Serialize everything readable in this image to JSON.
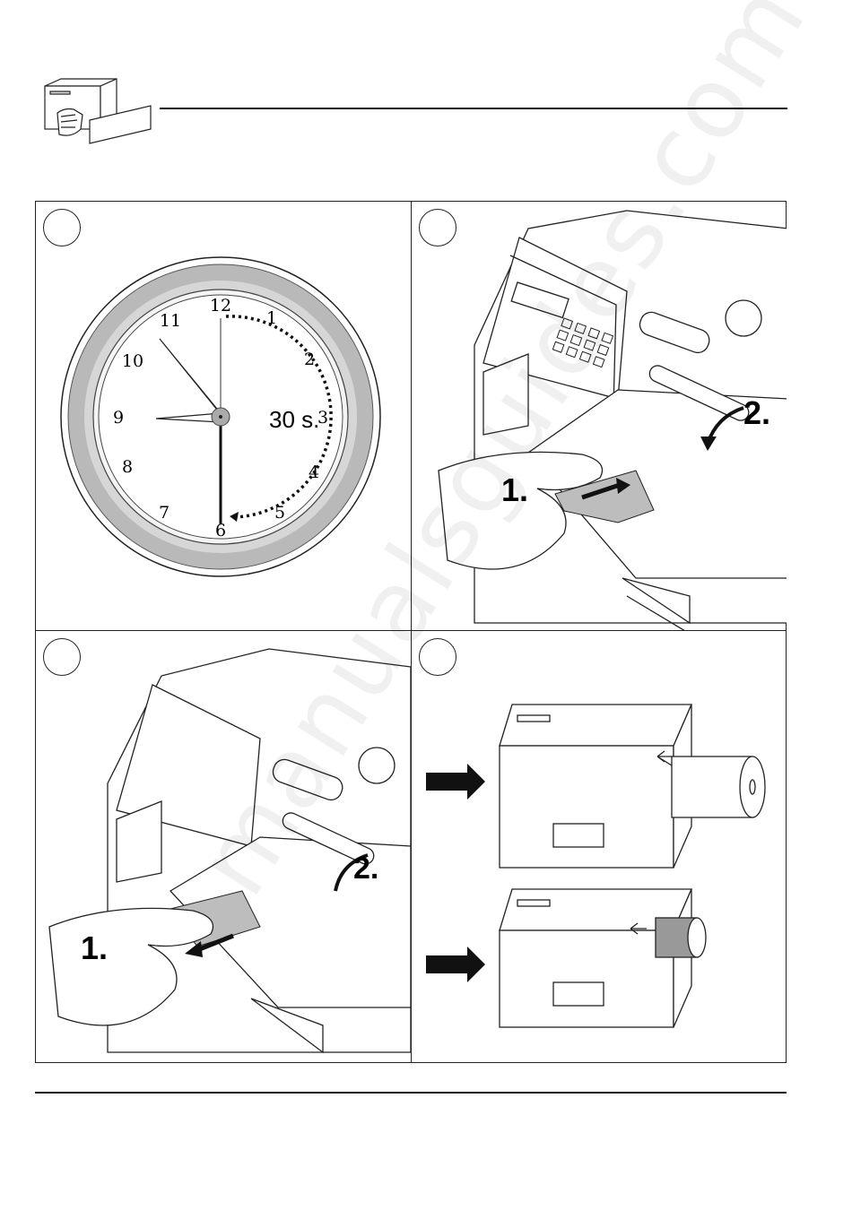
{
  "header": {
    "icon": "printer-manual-icon"
  },
  "panels": {
    "clock": {
      "numerals": [
        "12",
        "1",
        "2",
        "3",
        "4",
        "5",
        "6",
        "7",
        "8",
        "9",
        "10",
        "11"
      ],
      "duration_label": "30 s."
    },
    "install_step": {
      "step1": "1.",
      "step2": "2."
    },
    "remove_step": {
      "step1": "1.",
      "step2": "2."
    },
    "rolls": {
      "arrow_icon": "right-arrow-icon"
    }
  },
  "watermark": "manualsguides.com"
}
